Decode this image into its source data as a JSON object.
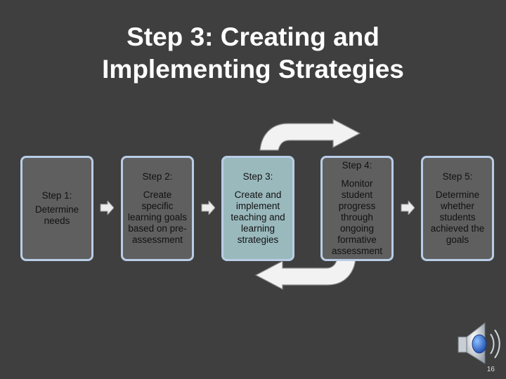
{
  "title_line1": "Step 3:  Creating and",
  "title_line2": "Implementing Strategies",
  "steps": [
    {
      "label": "Step 1:",
      "text": "Determine needs"
    },
    {
      "label": "Step 2:",
      "text": "Create specific learning goals based on pre-assessment"
    },
    {
      "label": "Step 3:",
      "text": "Create and implement teaching and learning strategies"
    },
    {
      "label": "Step 4:",
      "text": "Monitor student progress through ongoing formative assessment"
    },
    {
      "label": "Step 5:",
      "text": "Determine whether students achieved the goals"
    }
  ],
  "icons": {
    "flow": "chevron-right-icon",
    "loop": "cycle-arrow-icon",
    "audio": "speaker-icon"
  },
  "colors": {
    "background": "#3f3f3f",
    "box_border": "#b9cde6",
    "active_box": "#9ab9bd"
  },
  "page_number": "16"
}
